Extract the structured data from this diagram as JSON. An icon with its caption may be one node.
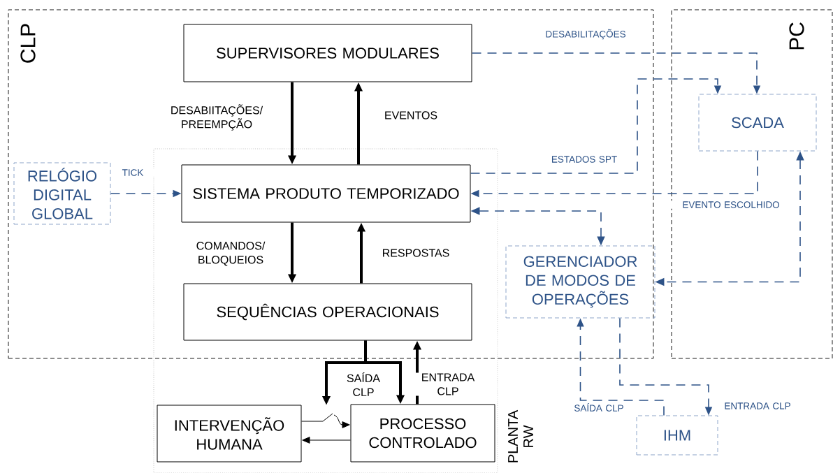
{
  "diagram": {
    "nodes": [
      {
        "text": [
          "CLP"
        ]
      },
      {
        "text": [
          "PC"
        ]
      },
      {
        "text": [
          "PLANTA RW"
        ]
      },
      {
        "text": [
          "SUPERVISORES MODULARES"
        ],
        "in": 0
      },
      {
        "text": [
          "RELÓGIO DIGITAL GLOBAL"
        ],
        "in": 0
      },
      {
        "text": [
          "SISTEMA PRODUTO TEMPORIZADO"
        ]
      },
      {
        "text": [
          "SEQUÊNCIAS OPERACIONAIS"
        ]
      },
      {
        "text": [
          "SCADA"
        ],
        "in": 1
      },
      {
        "text": [
          "GERENCIADOR DE MODOS DE OPERAÇÕES"
        ],
        "in": 0
      },
      {
        "text": [
          "INTERVENÇÃO HUMANA"
        ],
        "in": 2
      },
      {
        "text": [
          "PROCESSO CONTROLADO"
        ],
        "in": 2
      },
      {
        "text": [
          "IHM"
        ]
      }
    ],
    "edges": [
      {
        "from": 3,
        "to": 5,
        "arrow": "to",
        "label": "DESABIITAÇÕES/ PREEMPÇÃO",
        "style": "thick"
      },
      {
        "from": 5,
        "to": 3,
        "arrow": "to",
        "label": "EVENTOS",
        "style": "thick"
      },
      {
        "from": 4,
        "to": 5,
        "arrow": "to",
        "label": "TICK",
        "style": "dashed",
        "color": "#2e5388"
      },
      {
        "from": 5,
        "to": 6,
        "arrow": "to",
        "label": "COMANDOS/ BLOQUEIOS",
        "style": "thick"
      },
      {
        "from": 6,
        "to": 5,
        "arrow": "to",
        "label": "RESPOSTAS",
        "style": "thick"
      },
      {
        "from": 6,
        "to": 10,
        "arrow": "to",
        "label": "SAÍDA CLP",
        "style": "thick"
      },
      {
        "from": 6,
        "to": null,
        "arrow": "to",
        "style": "thick"
      },
      {
        "from": 10,
        "to": 6,
        "arrow": "to",
        "label": "ENTRADA CLP",
        "style": "thick"
      },
      {
        "from": 9,
        "to": 10,
        "arrow": "to"
      },
      {
        "from": 10,
        "to": 9,
        "arrow": "to"
      },
      {
        "from": 3,
        "to": 7,
        "arrow": "to",
        "label": "DESABILITAÇÕES",
        "style": "dashed",
        "color": "#2e5388"
      },
      {
        "from": 5,
        "to": 7,
        "arrow": "to",
        "label": "ESTADOS SPT",
        "style": "dashed",
        "color": "#2e5388"
      },
      {
        "from": 7,
        "to": 5,
        "arrow": "to",
        "label": "EVENTO ESCOLHIDO",
        "style": "dashed",
        "color": "#2e5388"
      },
      {
        "from": 5,
        "to": 8,
        "arrow": "both",
        "style": "dashed",
        "color": "#2e5388"
      },
      {
        "from": 7,
        "to": 8,
        "arrow": "both",
        "style": "dashed",
        "color": "#2e5388"
      },
      {
        "from": 11,
        "to": 8,
        "arrow": "to",
        "label": "SAÍDA CLP",
        "style": "dashed",
        "color": "#2e5388"
      },
      {
        "from": 8,
        "to": 11,
        "arrow": "to",
        "label": "ENTRADA CLP",
        "style": "dashed",
        "color": "#2e5388"
      }
    ]
  }
}
